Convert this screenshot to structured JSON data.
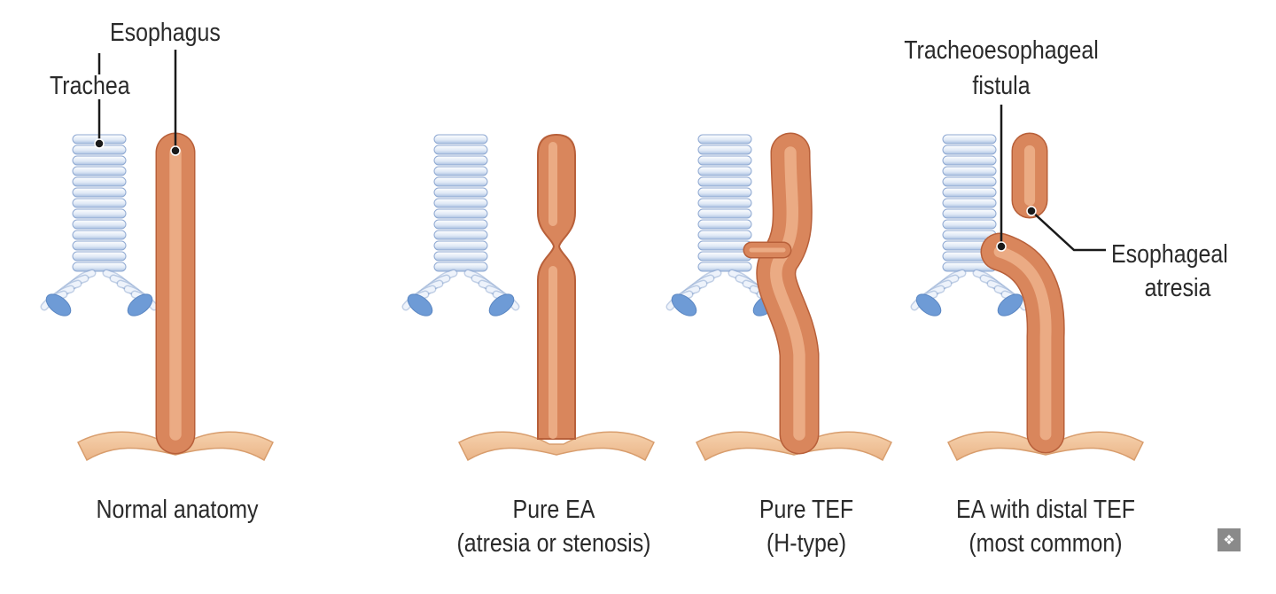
{
  "labels": {
    "esophagus": "Esophagus",
    "trachea": "Trachea",
    "fistula_line1": "Tracheoesophageal",
    "fistula_line2": "fistula",
    "atresia_line1": "Esophageal",
    "atresia_line2": "atresia"
  },
  "panels": [
    {
      "caption_line1": "Normal anatomy",
      "caption_line2": ""
    },
    {
      "caption_line1": "Pure EA",
      "caption_line2": "(atresia or stenosis)"
    },
    {
      "caption_line1": "Pure TEF",
      "caption_line2": "(H-type)"
    },
    {
      "caption_line1": "EA with distal TEF",
      "caption_line2": "(most common)"
    }
  ],
  "colors": {
    "esophagus_fill": "#d9865c",
    "esophagus_highlight": "#efb48e",
    "trachea_ring": "#c7d6ec",
    "trachea_dark": "#8fa9d2",
    "bronchus_end": "#6e9bd6",
    "diaphragm": "#f2c79e",
    "leader_line": "#1a1a1a"
  },
  "badge_icon": "zoom-badge-icon"
}
